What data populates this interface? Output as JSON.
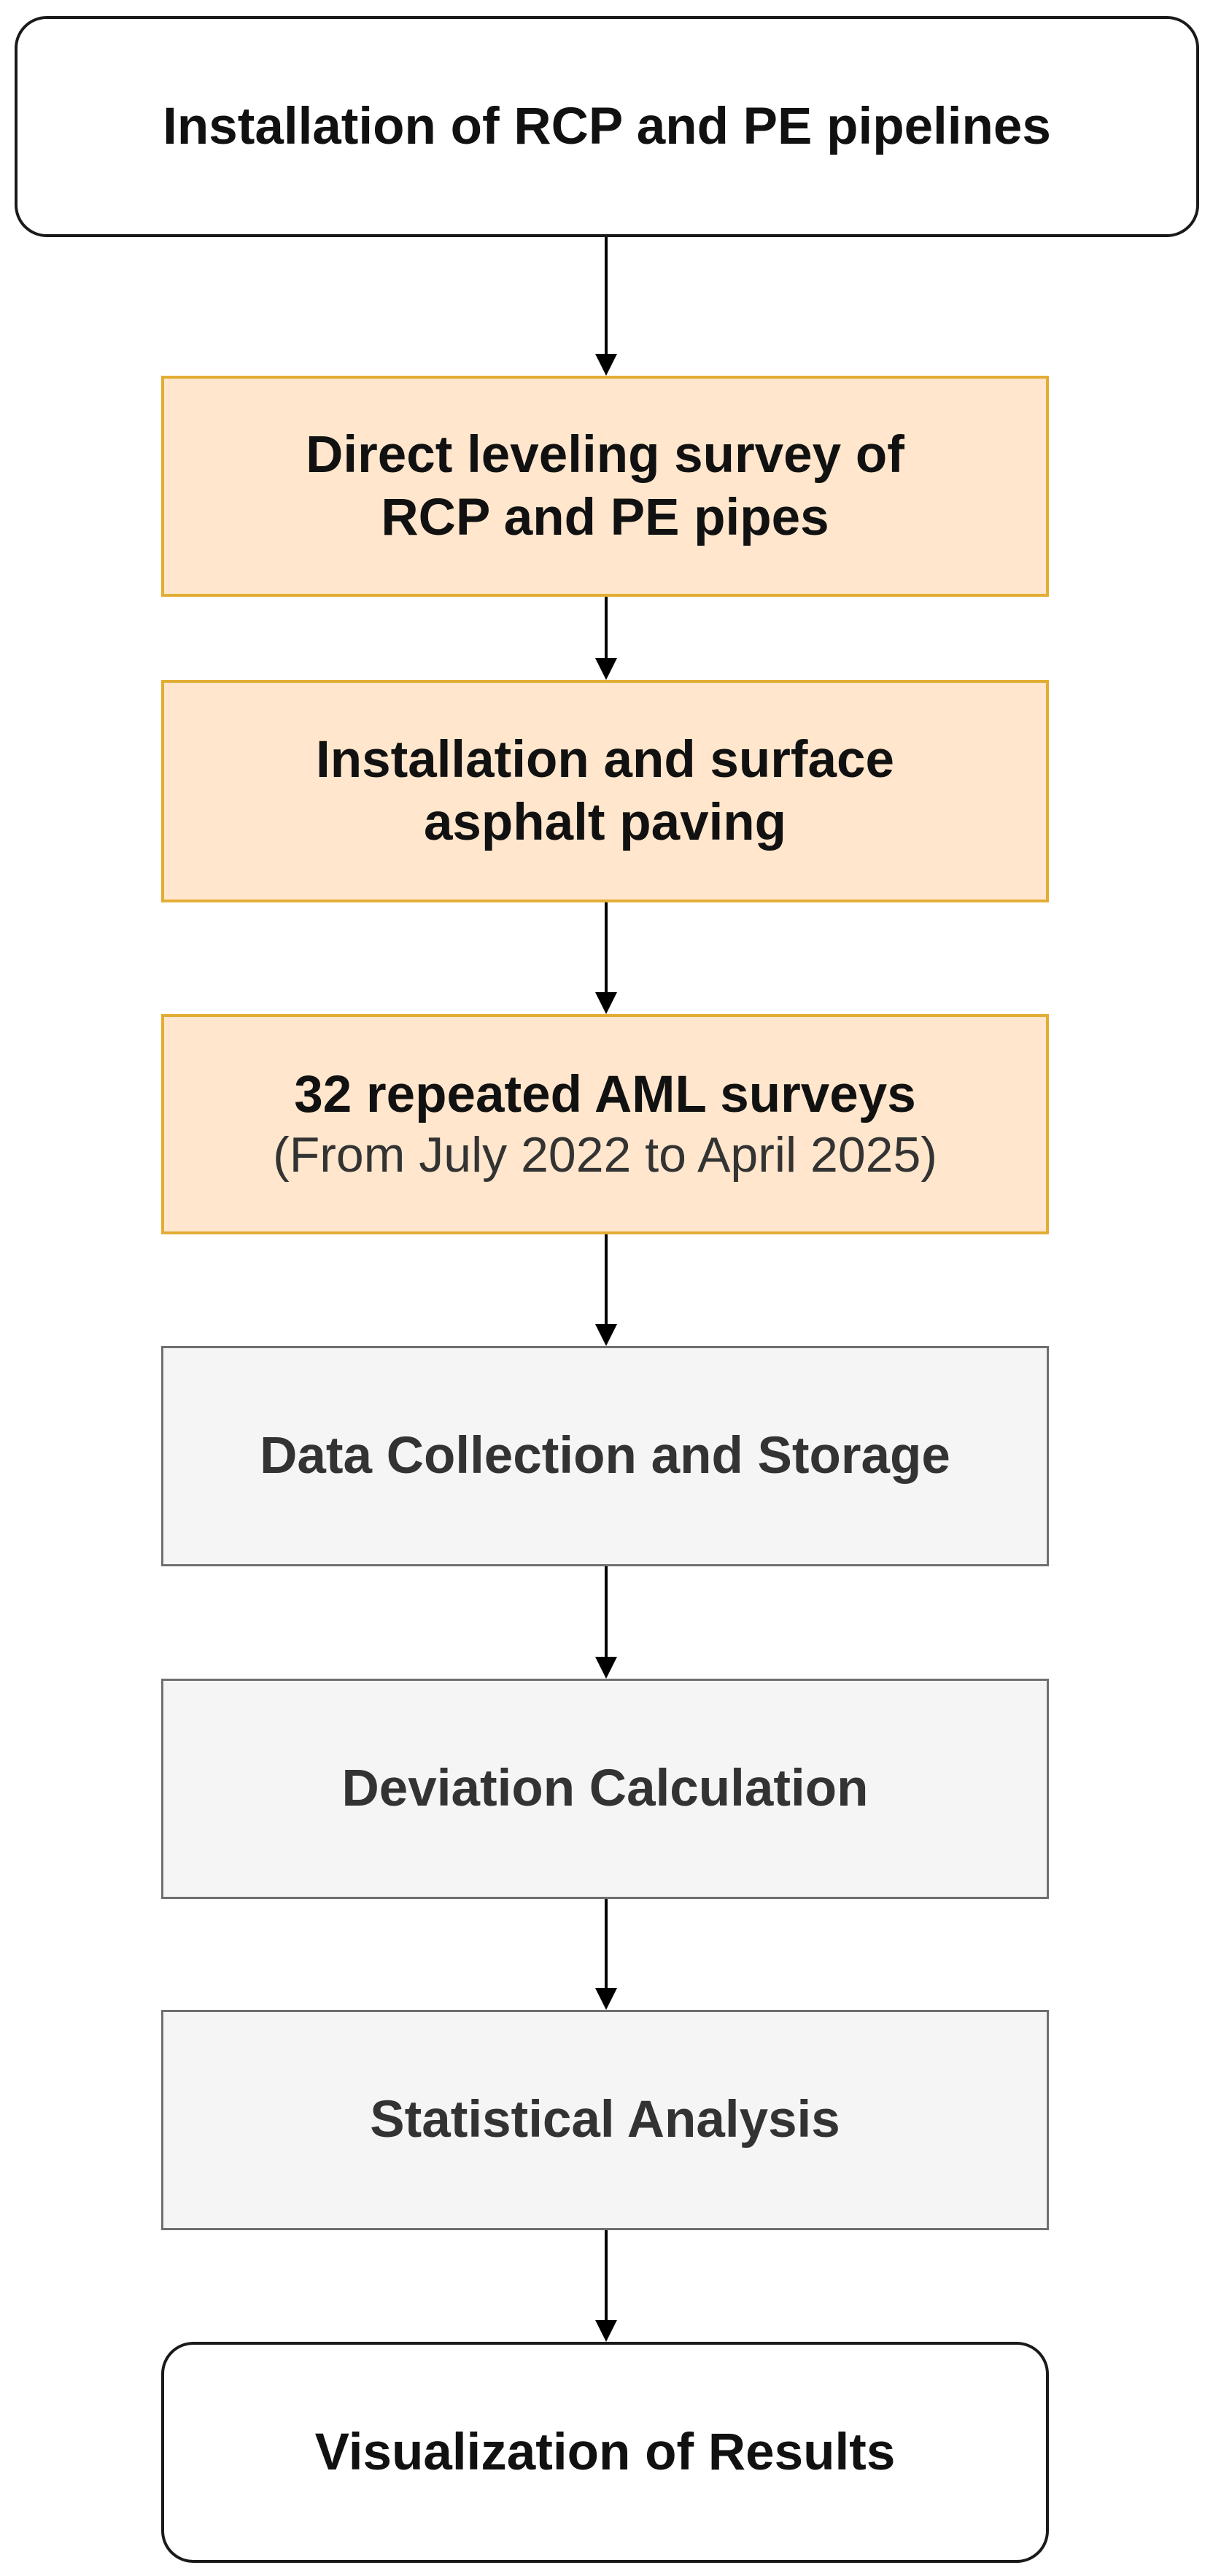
{
  "steps": {
    "installation_pipelines": {
      "label": "Installation of RCP and PE pipelines"
    },
    "direct_leveling": {
      "line1": "Direct leveling survey of",
      "line2": "RCP and PE pipes"
    },
    "surface_paving": {
      "line1": "Installation and surface",
      "line2": "asphalt paving"
    },
    "aml_surveys": {
      "line1": "32 repeated AML surveys",
      "line2": "(From July 2022 to April 2025)"
    },
    "data_collection": {
      "label": "Data Collection and Storage"
    },
    "deviation_calculation": {
      "label": "Deviation Calculation"
    },
    "statistical_analysis": {
      "label": "Statistical Analysis"
    },
    "visualization": {
      "label": "Visualization of Results"
    }
  },
  "colors": {
    "orange_fill": "#ffe6cc",
    "orange_stroke": "#e3ad35",
    "gray_fill": "#f5f5f5",
    "gray_stroke": "#6f6f6f",
    "arrow": "#000000"
  }
}
